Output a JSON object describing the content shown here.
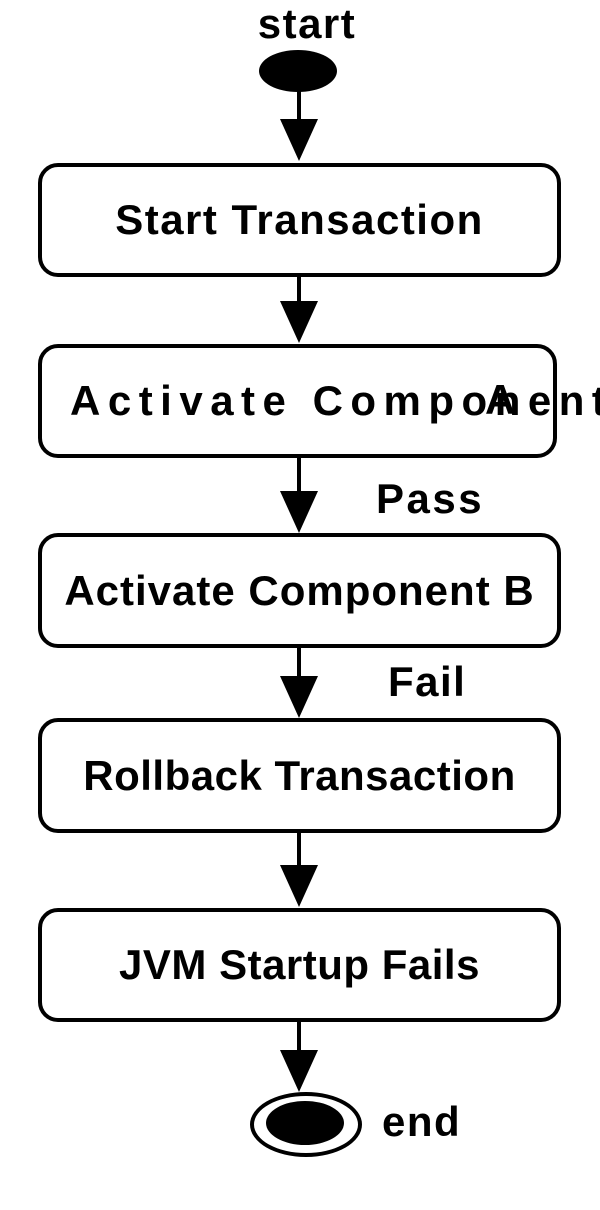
{
  "diagram": {
    "type": "flowchart",
    "background_color": "#ffffff",
    "stroke_color": "#000000",
    "text_color": "#000000",
    "node_fill_color": "#ffffff",
    "start": {
      "label": "start"
    },
    "end": {
      "label": "end"
    },
    "nodes": [
      {
        "id": "n1",
        "label": "Start Transaction"
      },
      {
        "id": "n2",
        "label": "Activate Component",
        "overlap_text": "A"
      },
      {
        "id": "n3",
        "label": "Activate Component B"
      },
      {
        "id": "n4",
        "label": "Rollback Transaction"
      },
      {
        "id": "n5",
        "label": "JVM Startup Fails"
      }
    ],
    "edges": [
      {
        "from": "start",
        "to": "n1",
        "label": ""
      },
      {
        "from": "n1",
        "to": "n2",
        "label": ""
      },
      {
        "from": "n2",
        "to": "n3",
        "label": "Pass"
      },
      {
        "from": "n3",
        "to": "n4",
        "label": "Fail"
      },
      {
        "from": "n4",
        "to": "n5",
        "label": ""
      },
      {
        "from": "n5",
        "to": "end",
        "label": ""
      }
    ]
  }
}
